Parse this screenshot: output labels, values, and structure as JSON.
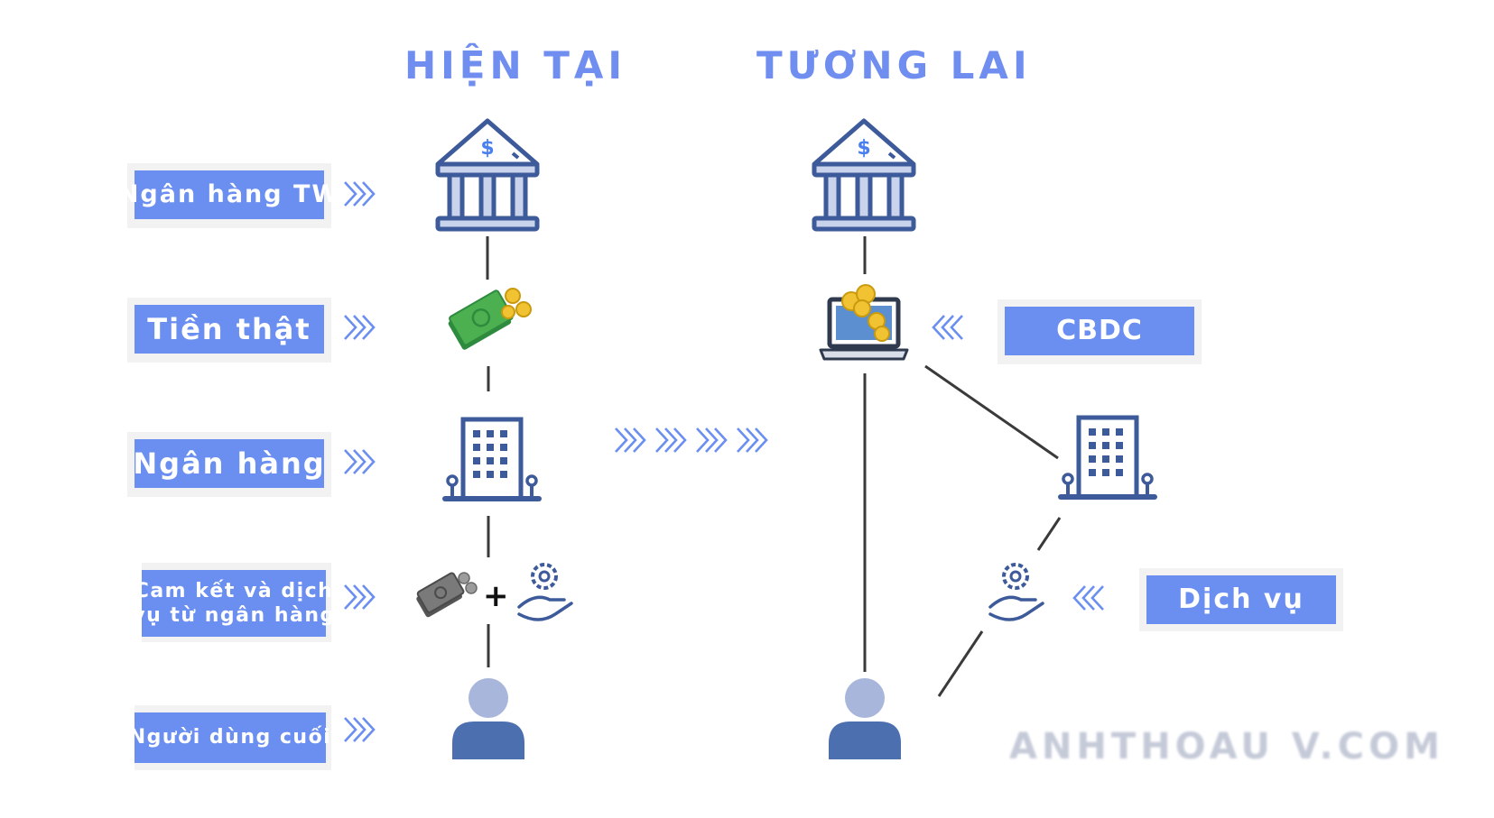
{
  "headings": {
    "present": "HIỆN TẠI",
    "future": "TƯƠNG LAI"
  },
  "labels": {
    "central_bank": "Ngân hàng TW",
    "real_money": "Tiền thật",
    "bank": "Ngân hàng",
    "commitment_line1": "Cam kết và dịch",
    "commitment_line2": "vụ từ ngân hàng",
    "end_user": "Người dùng cuối",
    "cbdc": "CBDC",
    "service": "Dịch vụ"
  },
  "plus_sign": "+",
  "watermark": "ANHTHOAU V.COM",
  "colors": {
    "accent_blue": "#6b8ff0",
    "icon_navy": "#3d5a9a",
    "money_green": "#4caf50",
    "coin_gold": "#f1c232",
    "person": "#a7b6da"
  },
  "icons": [
    "central-bank-icon",
    "cash-icon",
    "bank-building-icon",
    "cash-gray-icon",
    "service-hand-icon",
    "person-icon",
    "laptop-coins-icon"
  ]
}
